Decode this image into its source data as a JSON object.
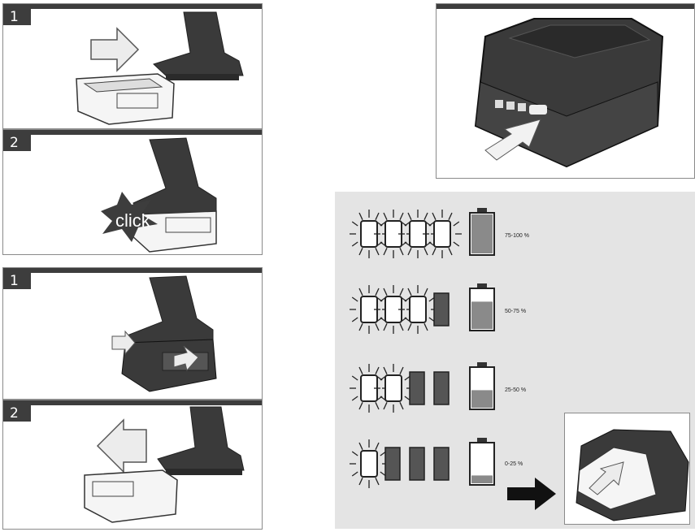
{
  "insert_steps": {
    "step1": "1",
    "step2": "2",
    "click_label": "click"
  },
  "remove_steps": {
    "step1": "1",
    "step2": "2"
  },
  "charge_levels": [
    {
      "label": "75-100 %",
      "lit": 4,
      "fill": 1.0
    },
    {
      "label": "50-75 %",
      "lit": 3,
      "fill": 0.7
    },
    {
      "label": "25-50 %",
      "lit": 2,
      "fill": 0.45
    },
    {
      "label": "0-25 %",
      "lit": 1,
      "fill": 0.2
    }
  ],
  "colors": {
    "bar": "#3d3d3d",
    "background_panel": "#e4e4e4",
    "battery_fill": "#8a8a8a"
  }
}
